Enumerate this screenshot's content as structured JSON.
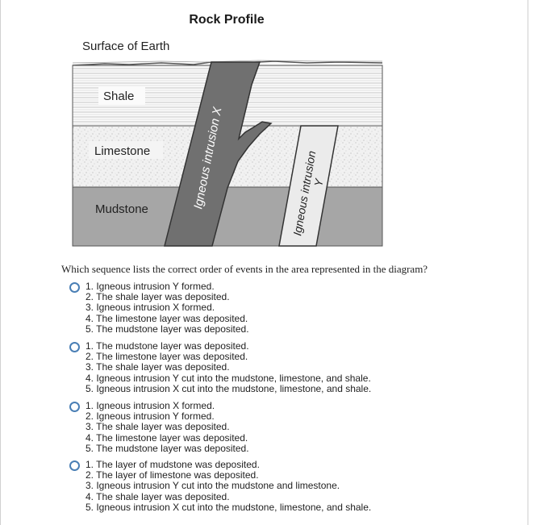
{
  "diagram": {
    "title": "Rock Profile",
    "surface_label": "Surface of Earth",
    "layers": {
      "shale": "Shale",
      "limestone": "Limestone",
      "mudstone": "Mudstone"
    },
    "intrusion_x_label": "Igneous intrusion X",
    "intrusion_y_line1": "Igneous intrusion",
    "intrusion_y_line2": "Y",
    "colors": {
      "mudstone": "#a6a6a6",
      "intrusion_x": "#707070",
      "intrusion_y": "#ebebeb",
      "limestone": "#f2f2f2",
      "shale": "#fafafa"
    }
  },
  "question": {
    "text": "Which sequence lists the correct order of events in the area represented in the diagram?"
  },
  "options": [
    {
      "lines": [
        "1. Igneous intrusion Y formed.",
        "2. The shale layer was deposited.",
        "3. Igneous intrusion X formed.",
        "4. The limestone layer was deposited.",
        "5. The mudstone layer was deposited."
      ]
    },
    {
      "lines": [
        "1. The mudstone layer was deposited.",
        "2. The limestone layer was deposited.",
        "3. The shale layer was deposited.",
        "4. Igneous intrusion Y cut into the mudstone, limestone, and shale.",
        "5. Igneous intrusion X cut into the mudstone, limestone, and shale."
      ]
    },
    {
      "lines": [
        "1. Igneous intrusion X formed.",
        "2. Igneous intrusion Y formed.",
        "3. The shale layer was deposited.",
        "4. The limestone layer was deposited.",
        "5. The mudstone layer was deposited."
      ]
    },
    {
      "lines": [
        "1. The layer of mudstone was deposited.",
        "2. The layer of limestone was deposited.",
        "3. Igneous intrusion Y cut into the mudstone and limestone.",
        "4. The shale layer was deposited.",
        "5. Igneous intrusion X cut into the mudstone, limestone, and shale."
      ]
    }
  ]
}
